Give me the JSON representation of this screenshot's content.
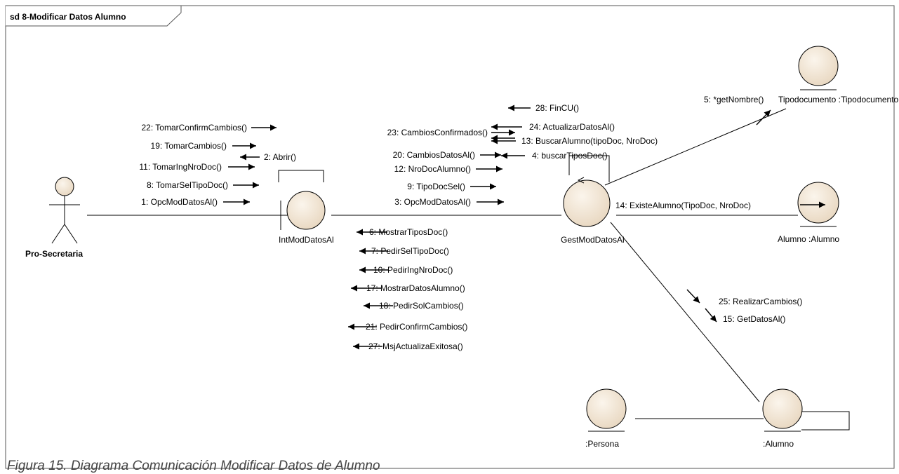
{
  "frame": {
    "title": "sd 8-Modificar Datos Alumno"
  },
  "caption": "Figura 15. Diagrama Comunicación Modificar Datos de Alumno",
  "colors": {
    "lifeline_fill": "#f2e6d6",
    "stroke": "#000000",
    "frame_border": "#555555"
  },
  "actor": {
    "name": "Pro-Secretaria"
  },
  "objects": [
    {
      "id": "int",
      "label": "IntModDatosAl",
      "kind": "boundary"
    },
    {
      "id": "gest",
      "label": "GestModDatosAl",
      "kind": "control"
    },
    {
      "id": "tipodoc",
      "label": "Tipodocumento :Tipodocumento",
      "kind": "entity"
    },
    {
      "id": "alumno",
      "label": "Alumno :Alumno",
      "kind": "entity"
    },
    {
      "id": "persona",
      "label": ":Persona",
      "kind": "entity"
    },
    {
      "id": "alumno2",
      "label": ":Alumno",
      "kind": "entity"
    }
  ],
  "messages": {
    "actor_to_int": [
      "22: TomarConfirmCambios()",
      "19: TomarCambios()",
      "2: Abrir()",
      "11: TomarIngNroDoc()",
      "8: TomarSelTipoDoc()",
      "1: OpcModDatosAl()"
    ],
    "int_to_gest": [
      "23: CambiosConfirmados()",
      "20: CambiosDatosAl()",
      "12: NroDocAlumno()",
      "9: TipoDocSel()",
      "3: OpcModDatosAl()"
    ],
    "gest_self": [
      "28: FinCU()",
      "24: ActualizarDatosAl()",
      "13: BuscarAlumno(tipoDoc, NroDoc)",
      "4: buscarTiposDoc()"
    ],
    "gest_to_int": [
      "6: MostrarTiposDoc()",
      "7: PedirSelTipoDoc()",
      "10: PedirIngNroDoc()",
      "17: MostrarDatosAlumno()",
      "18: PedirSolCambios()",
      "21: PedirConfirmCambios()",
      "27: MsjActualizaExitosa()"
    ],
    "gest_to_tipodoc": [
      "5: *getNombre()"
    ],
    "gest_to_alumno": [
      "14: ExisteAlumno(TipoDoc, NroDoc)"
    ],
    "gest_to_alumno2": [
      "25: RealizarCambios()",
      "15: GetDatosAl()"
    ]
  }
}
